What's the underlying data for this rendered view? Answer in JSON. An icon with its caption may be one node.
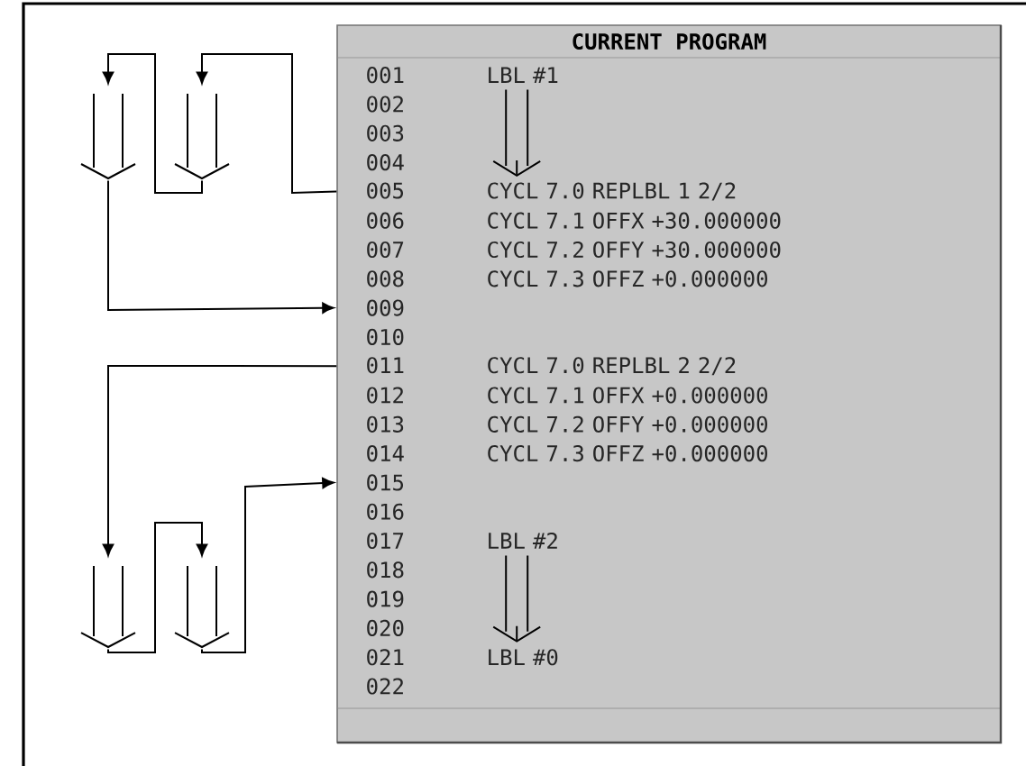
{
  "diagram": {
    "nodes": [
      {
        "text": [
          "CURRENT PROGRAM"
        ]
      },
      {
        "text": [
          "001",
          "LBL #1"
        ],
        "in": 0
      },
      {
        "text": [
          "002"
        ],
        "in": 0
      },
      {
        "text": [
          "003"
        ],
        "in": 0
      },
      {
        "text": [
          "004"
        ],
        "in": 0
      },
      {
        "text": [
          "005",
          "CYCL 7.0 REPLBL 1 2/2"
        ],
        "in": 0
      },
      {
        "text": [
          "006",
          "CYCL 7.1 OFFX +30.000000"
        ],
        "in": 0
      },
      {
        "text": [
          "007",
          "CYCL 7.2 OFFY +30.000000"
        ],
        "in": 0
      },
      {
        "text": [
          "008",
          "CYCL 7.3 OFFZ +0.000000"
        ],
        "in": 0
      },
      {
        "text": [
          "009"
        ],
        "in": 0
      },
      {
        "text": [
          "010"
        ],
        "in": 0
      },
      {
        "text": [
          "011",
          "CYCL 7.0 REPLBL 2 2/2"
        ],
        "in": 0
      },
      {
        "text": [
          "012",
          "CYCL 7.1 OFFX +0.000000"
        ],
        "in": 0
      },
      {
        "text": [
          "013",
          "CYCL 7.2 OFFY +0.000000"
        ],
        "in": 0
      },
      {
        "text": [
          "014",
          "CYCL 7.3 OFFZ +0.000000"
        ],
        "in": 0
      },
      {
        "text": [
          "015"
        ],
        "in": 0
      },
      {
        "text": [
          "016"
        ],
        "in": 0
      },
      {
        "text": [
          "017",
          "LBL #2"
        ],
        "in": 0
      },
      {
        "text": [
          "018"
        ],
        "in": 0
      },
      {
        "text": [
          "019"
        ],
        "in": 0
      },
      {
        "text": [
          "020"
        ],
        "in": 0
      },
      {
        "text": [
          "021",
          "LBL #0"
        ],
        "in": 0
      },
      {
        "text": [
          "022"
        ],
        "in": 0
      },
      {
        "text": [],
        "shape": "arrow"
      },
      {
        "text": [],
        "shape": "arrow"
      },
      {
        "text": [],
        "shape": "arrow"
      },
      {
        "text": [],
        "shape": "arrow"
      }
    ],
    "edges": [
      {
        "from": 5,
        "to": 24,
        "arrow": "to"
      },
      {
        "from": 24,
        "to": 23,
        "arrow": "to"
      },
      {
        "from": 23,
        "to": 9,
        "arrow": "to"
      },
      {
        "from": 11,
        "to": 25,
        "arrow": "to"
      },
      {
        "from": 25,
        "to": 26,
        "arrow": "to"
      },
      {
        "from": 26,
        "to": 15,
        "arrow": "to"
      },
      {
        "from": 1,
        "to": 5,
        "arrow": "to"
      },
      {
        "from": 17,
        "to": 21,
        "arrow": "to"
      }
    ]
  }
}
